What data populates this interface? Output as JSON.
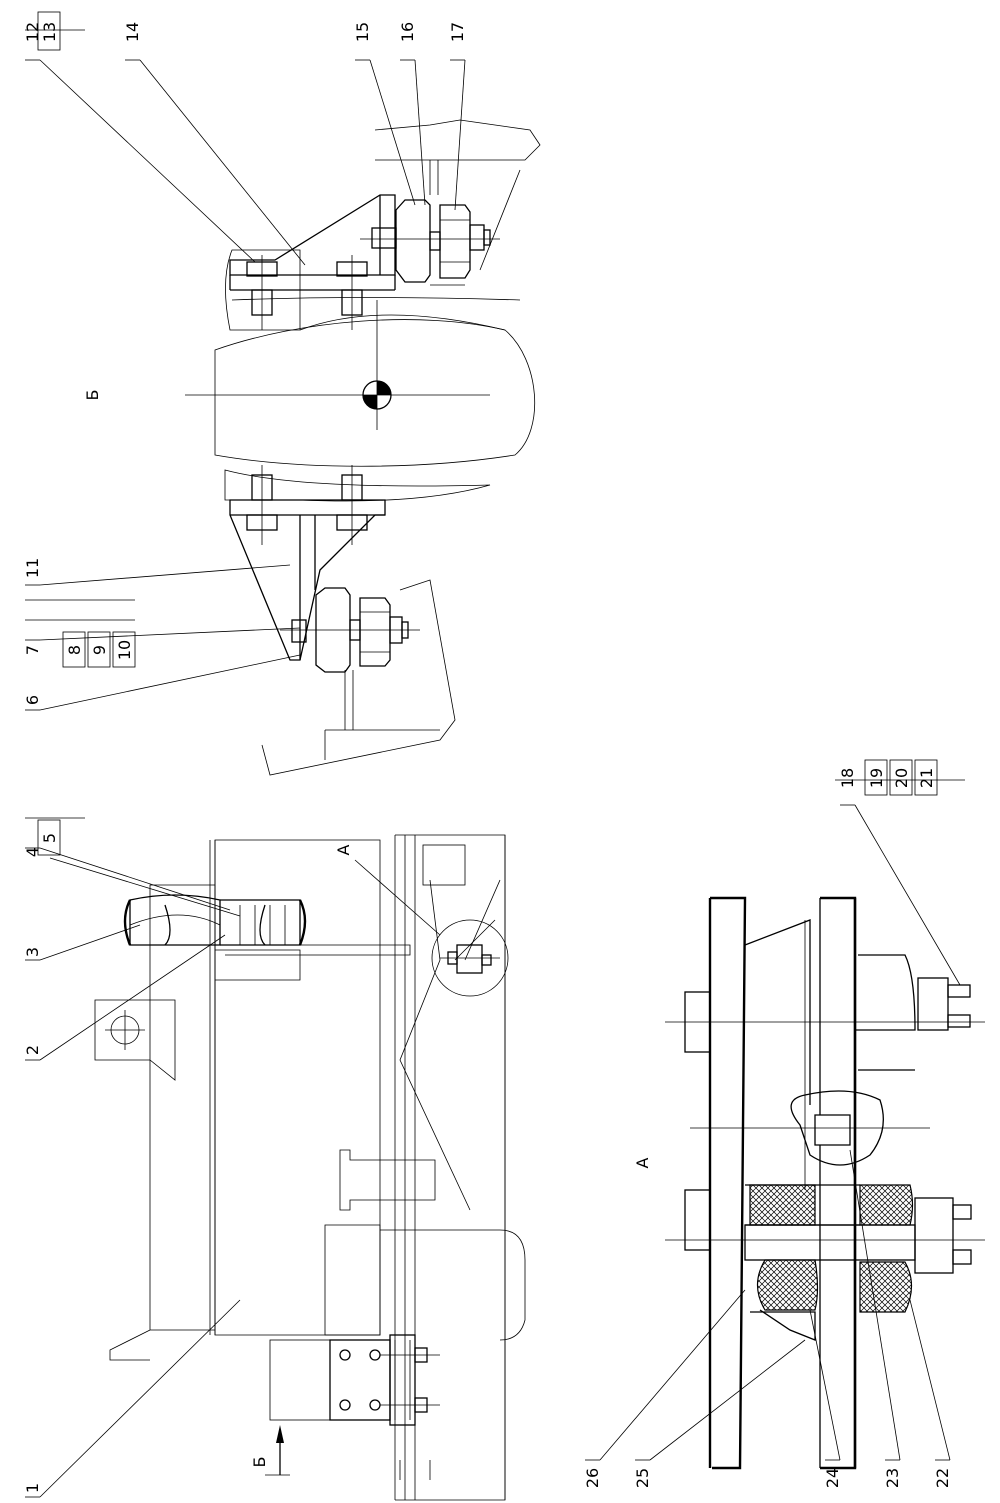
{
  "callouts": {
    "c1": "1",
    "c2": "2",
    "c3": "3",
    "c4": "4",
    "c5": "5",
    "c6": "6",
    "c7": "7",
    "c8": "8",
    "c9": "9",
    "c10": "10",
    "c11": "11",
    "c12": "12",
    "c13": "13",
    "c14": "14",
    "c15": "15",
    "c16": "16",
    "c17": "17",
    "c18": "18",
    "c19": "19",
    "c20": "20",
    "c21": "21",
    "c22": "22",
    "c23": "23",
    "c24": "24",
    "c25": "25",
    "c26": "26"
  },
  "views": {
    "view_b_arrow": "Б",
    "view_b_title": "Б",
    "detail_a_marker": "А",
    "detail_a_title": "А"
  },
  "colors": {
    "line": "#000000",
    "background": "#ffffff",
    "hatch": "#000000"
  }
}
